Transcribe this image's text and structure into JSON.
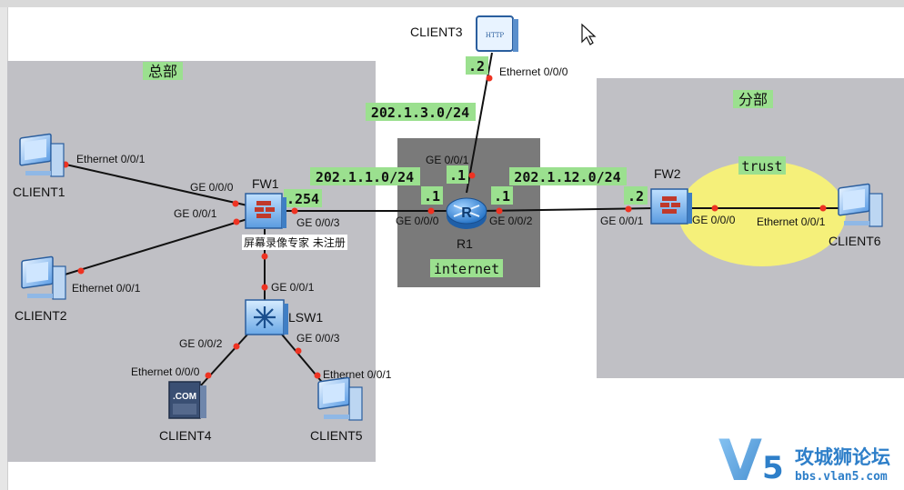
{
  "zones": {
    "hq": "总部",
    "internet": "internet",
    "branch": "分部",
    "trust": "trust"
  },
  "subnets": {
    "s3": "202.1.3.0/24",
    "s1": "202.1.1.0/24",
    "s12": "202.1.12.0/24"
  },
  "hosts": {
    "h2": ".2",
    "h1a": ".1",
    "h1b": ".1",
    "h1c": ".1",
    "h254": ".254",
    "h2b": ".2"
  },
  "devices": {
    "client1": "CLIENT1",
    "client2": "CLIENT2",
    "client3": "CLIENT3",
    "client4": "CLIENT4",
    "client5": "CLIENT5",
    "client6": "CLIENT6",
    "fw1": "FW1",
    "fw2": "FW2",
    "r1": "R1",
    "lsw1": "LSW1"
  },
  "ports": {
    "c1_eth": "Ethernet 0/0/1",
    "c2_eth": "Ethernet 0/0/1",
    "fw1_ge000": "GE 0/0/0",
    "fw1_ge001": "GE 0/0/1",
    "fw1_ge003": "GE 0/0/3",
    "lsw1_ge001": "GE 0/0/1",
    "lsw1_ge002": "GE 0/0/2",
    "lsw1_ge003": "GE 0/0/3",
    "c4_eth": "Ethernet 0/0/0",
    "c5_eth": "Ethernet 0/0/1",
    "r1_ge000": "GE 0/0/0",
    "r1_ge001": "GE 0/0/1",
    "r1_ge002": "GE 0/0/2",
    "c3_eth": "Ethernet 0/0/0",
    "fw2_ge001": "GE 0/0/1",
    "fw2_ge000": "GE 0/0/0",
    "c6_eth": "Ethernet 0/0/1"
  },
  "icon_text": {
    "http": "HTTP",
    "com": ".COM",
    "router": "R"
  },
  "overlay": {
    "recorder": "屏幕录像专家 未注册",
    "logo_letter": "V",
    "logo_digit": "5",
    "logo_cn": "攻城狮论坛",
    "logo_url": "bbs.vlan5.com"
  },
  "colors": {
    "zone_bg": "#c0c0c5",
    "internet_bg": "#7a7a7a",
    "trust_fill": "#f5f07a",
    "label_green": "#9be08f",
    "port_dot": "#ee3322",
    "link": "#111111",
    "logo_blue": "#2e7fc9"
  }
}
